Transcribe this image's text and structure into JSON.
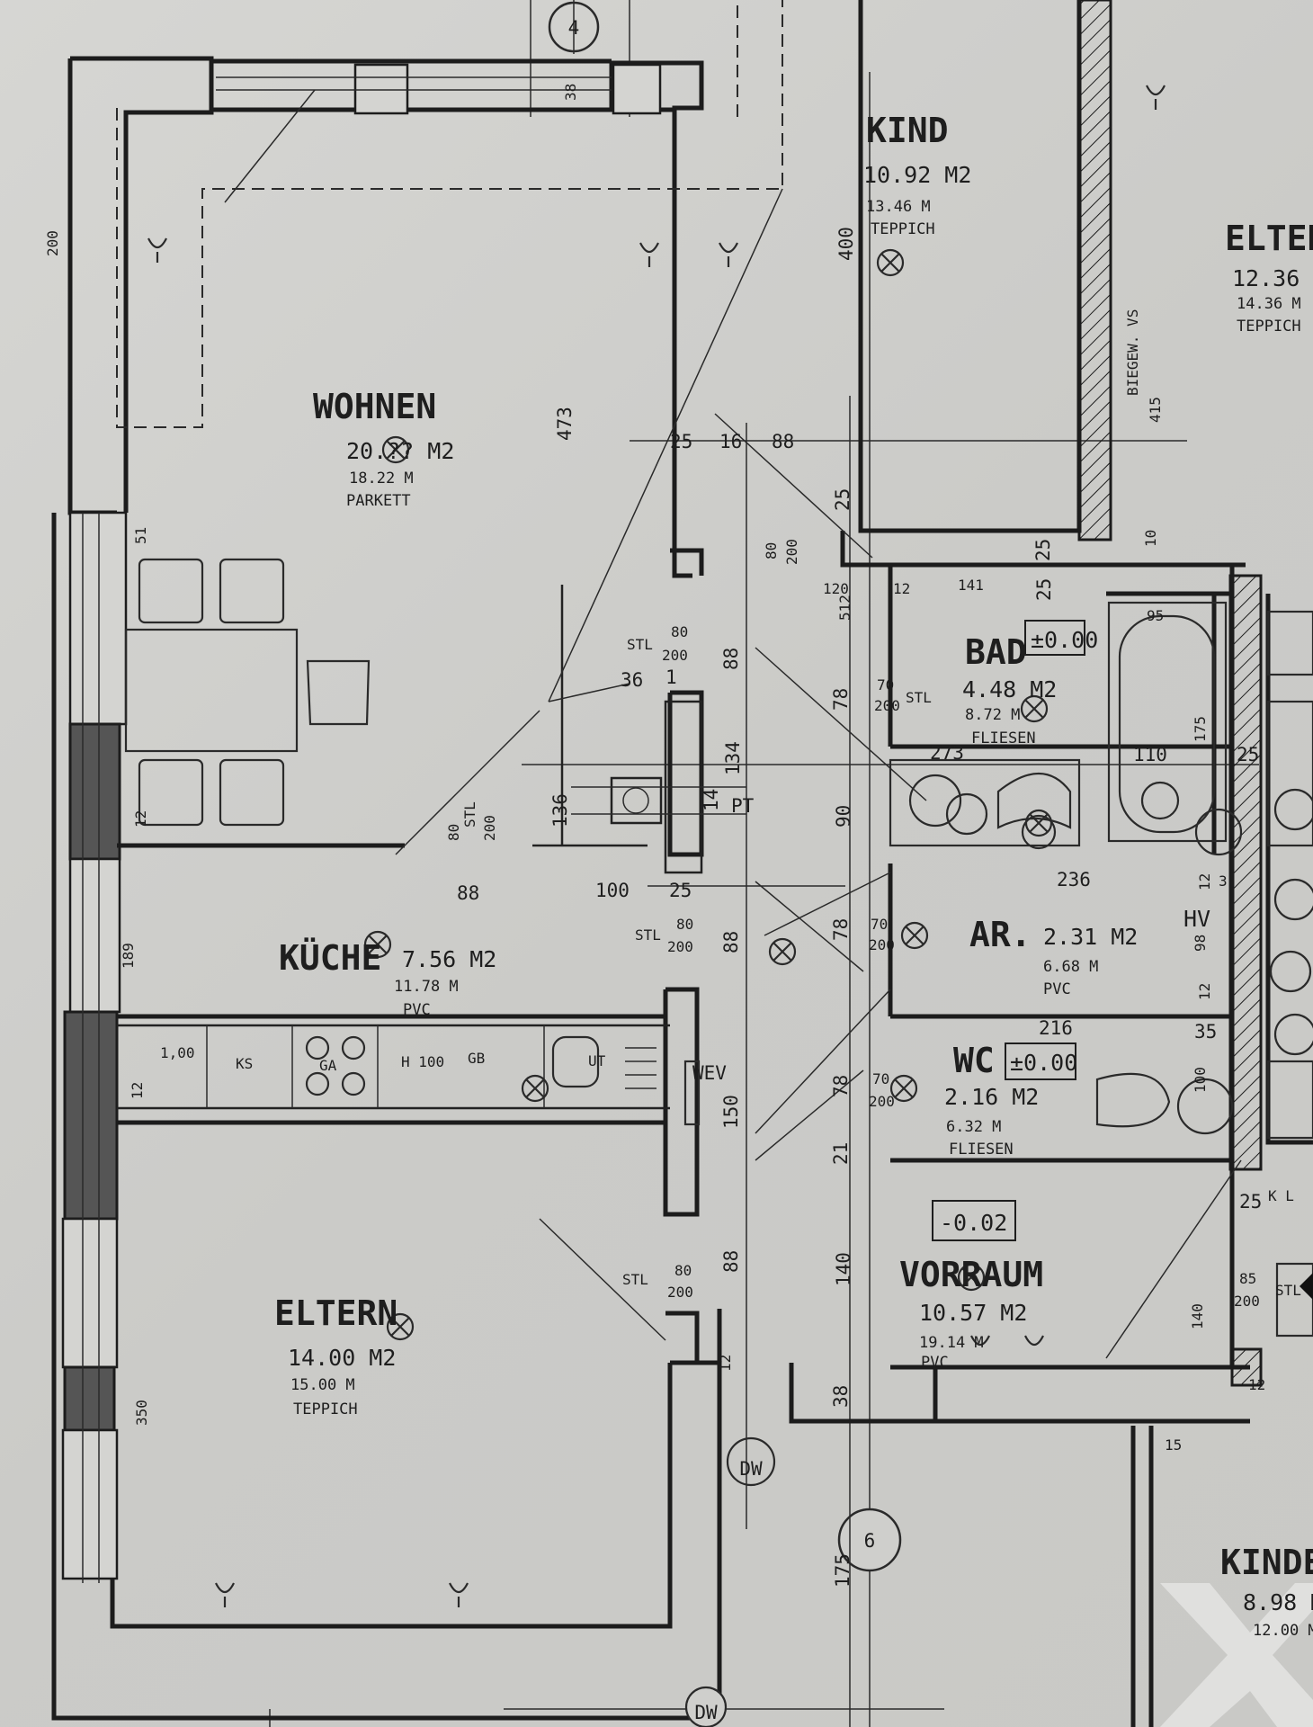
{
  "grid_axes": [
    "4",
    "6"
  ],
  "rooms": {
    "kind": {
      "name": "KIND",
      "area": "10.92 M2",
      "perimeter": "13.46 M",
      "floor": "TEPPICH",
      "dim_400": "400"
    },
    "eltern_right": {
      "name": "ELTER",
      "area": "12.36",
      "perimeter": "14.36 M",
      "floor": "TEPPICH",
      "dim_415": "415",
      "note": "BIEGEW. VS"
    },
    "wohnen": {
      "name": "WOHNEN",
      "area": "20.?? M2",
      "perimeter": "18.22 M",
      "floor": "PARKETT"
    },
    "kueche": {
      "name": "KÜCHE",
      "area": "7.56 M2",
      "perimeter": "11.78 M",
      "floor": "PVC"
    },
    "eltern": {
      "name": "ELTERN",
      "area": "14.00 M2",
      "perimeter": "15.00 M",
      "floor": "TEPPICH"
    },
    "bad": {
      "name": "BAD",
      "level": "±0.00",
      "area": "4.48 M2",
      "perimeter": "8.72 M",
      "floor": "FLIESEN"
    },
    "ar": {
      "name": "AR.",
      "area": "2.31 M2",
      "perimeter": "6.68 M",
      "floor": "PVC",
      "extra": "HV"
    },
    "wc": {
      "name": "WC",
      "level": "±0.00",
      "area": "2.16 M2",
      "perimeter": "6.32 M",
      "floor": "FLIESEN"
    },
    "vorraum": {
      "name": "VORRAUM",
      "level": "-0.02",
      "area": "10.57 M2",
      "perimeter": "19.14 M",
      "floor": "PVC"
    },
    "kinder": {
      "name": "KINDE",
      "area": "8.98 M",
      "perimeter": "12.00 M"
    }
  },
  "dimensions": {
    "d200": "200",
    "d38_top": "38",
    "d473": "473",
    "d25a": "25",
    "d16": "16",
    "d88_top": "88",
    "d25b": "25",
    "d512": "512",
    "d120": "120",
    "d12a": "12",
    "d141": "141",
    "d25c": "25",
    "d25d": "25",
    "d95": "95",
    "d10": "10",
    "d51_left": "51",
    "d80_200a": "80",
    "d200a": "200",
    "stl_a": "STL",
    "stl80": "80",
    "stl200": "200",
    "d36": "36",
    "d1": "1",
    "d88_mid": "88",
    "d134": "134",
    "d136": "136",
    "d14": "14",
    "pt": "PT",
    "d78a": "78",
    "d70a": "70",
    "d200b": "200",
    "stl_b": "STL",
    "d273": "273",
    "d110": "110",
    "d175": "175",
    "d25e": "25",
    "d90": "90",
    "d12_left": "12",
    "stl_c": "STL",
    "d80c": "80",
    "d200c": "200",
    "d88_k": "88",
    "d100": "100",
    "d25f": "25",
    "stl_d": "STL",
    "d80d": "80",
    "d200d": "200",
    "d88_d": "88",
    "d78b": "78",
    "d70b": "70",
    "d200e": "200",
    "d236": "236",
    "d12b": "12",
    "d3": "3",
    "d98": "98",
    "d12c": "12",
    "d189": "189",
    "d216": "216",
    "d35": "35",
    "d100b": "100",
    "d150": "150",
    "d78c": "78",
    "d70c": "70",
    "d200f": "200",
    "d21": "21",
    "d12_k": "12",
    "d140": "140",
    "d88_e": "88",
    "stl_e": "STL",
    "d80e": "80",
    "d200g": "200",
    "d12_e": "12",
    "d38_bot": "38",
    "d85": "85",
    "d200h": "200",
    "stl_f": "STL",
    "d140b": "140",
    "d25g": "25",
    "d350": "350",
    "d175b": "175",
    "d15": "15",
    "d12_v": "12"
  },
  "kitchen_labels": {
    "k100": "1,00",
    "ks": "KS",
    "ga": "GA",
    "h100": "H 100",
    "gb": "GB",
    "ut": "UT",
    "wev": "WEV"
  },
  "marks": {
    "dw1": "DW",
    "dw2": "DW",
    "kl": "K L"
  }
}
